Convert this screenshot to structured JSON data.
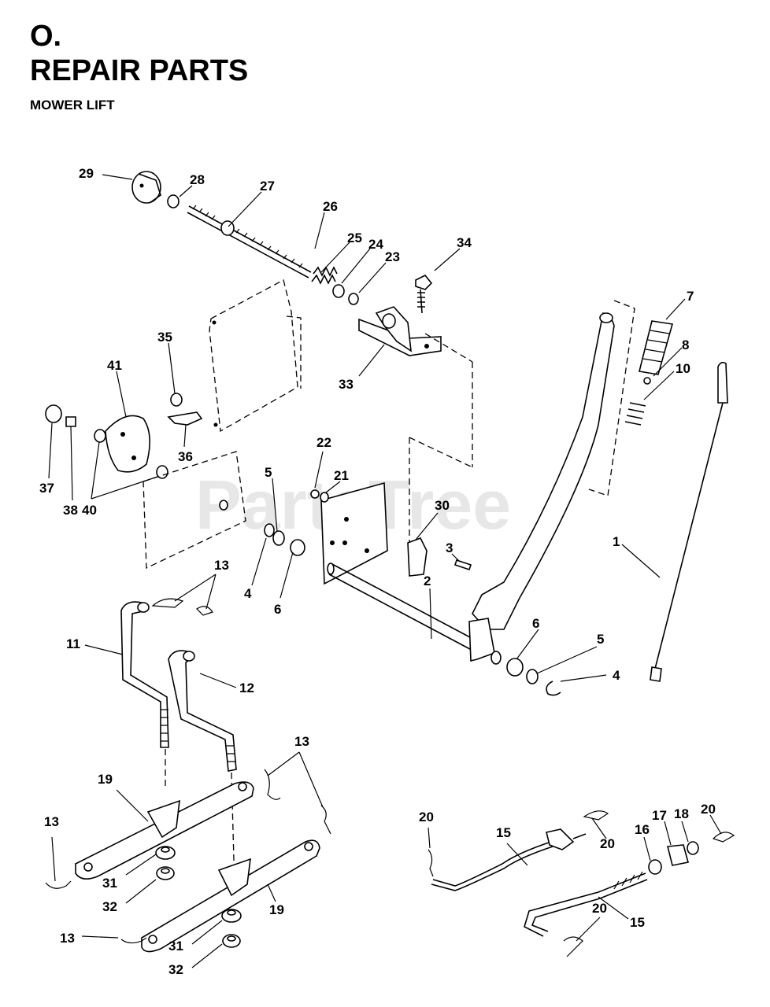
{
  "header": {
    "section": "O.",
    "title": "REPAIR PARTS",
    "subtitle": "MOWER LIFT"
  },
  "watermark": "PartsTree",
  "callouts": [
    "29",
    "28",
    "27",
    "26",
    "25",
    "24",
    "23",
    "34",
    "7",
    "8",
    "10",
    "33",
    "35",
    "41",
    "36",
    "37",
    "38",
    "40",
    "22",
    "21",
    "5",
    "30",
    "3",
    "2",
    "1",
    "4",
    "6",
    "13",
    "11",
    "12",
    "6",
    "5",
    "4",
    "13",
    "19",
    "13",
    "31",
    "32",
    "19",
    "13",
    "31",
    "32",
    "20",
    "15",
    "20",
    "16",
    "17",
    "18",
    "20",
    "20",
    "15"
  ]
}
